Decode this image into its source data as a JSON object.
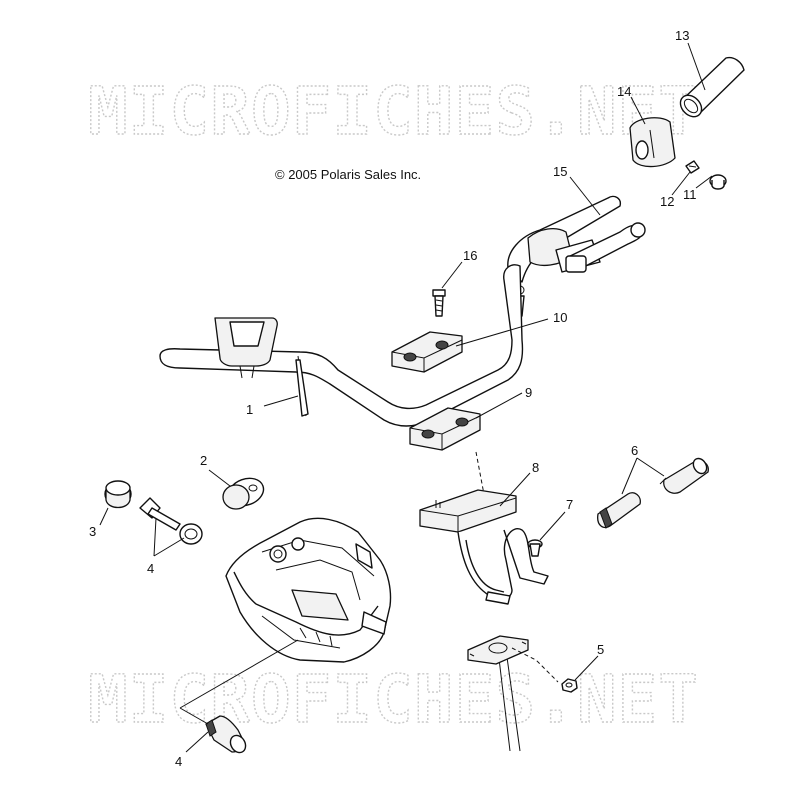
{
  "watermark": "MICROFICHES.NET",
  "copyright": "© 2005 Polaris Sales Inc.",
  "callouts": {
    "c1": "1",
    "c2": "2",
    "c3": "3",
    "c4a": "4",
    "c4b": "4",
    "c5": "5",
    "c6": "6",
    "c7": "7",
    "c8": "8",
    "c9": "9",
    "c10": "10",
    "c11": "11",
    "c12": "12",
    "c13": "13",
    "c14": "14",
    "c15": "15",
    "c16": "16"
  }
}
